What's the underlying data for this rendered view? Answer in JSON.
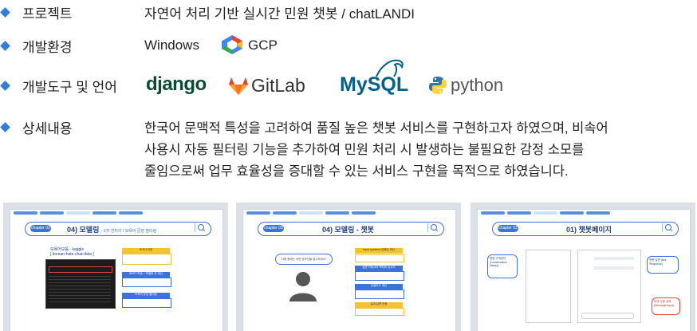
{
  "rows": [
    {
      "label": "프로젝트",
      "value": "자연어 처리 기반 실시간 민원 챗봇 / chatLANDI"
    },
    {
      "label": "개발환경",
      "value": "Windows",
      "extra": "GCP"
    },
    {
      "label": "개발도구 및 언어"
    },
    {
      "label": "상세내용"
    }
  ],
  "tools": {
    "django": "django",
    "gitlab": "GitLab",
    "mysql": "MySQL",
    "python": "python"
  },
  "details": [
    "한국어 문맥적 특성을 고려하여 품질 높은 챗봇 서비스를 구현하고자 하였으며, 비속어",
    "사용시 자동 필터링 기능을 추가하여 민원 처리 시 발생하는 불필요한 감정 소모를",
    "줄임으로써 업무 효율성을 증대할 수 있는 서비스 구현을 목적으로 하였습니다."
  ],
  "slides": [
    {
      "chip": "chapter 03",
      "title": "04) 모델링",
      "subtitle": "- 2차 전처리 / 모욕어 문장 필터링",
      "dataset_label": "모욕어모음 - kaggle",
      "dataset_sub": "[ korean-hate-chat-data ]",
      "steps": [
        "토크나이징",
        "BERT 학습 + 모델링 셋 계산",
        "모욕어 문장 필터링"
      ]
    },
    {
      "chip": "chapter 03",
      "title": "04) 모델링",
      "subtitle": "- 챗봇",
      "speech": "\"다음 봄에는 어떤 공모전을 접수하세요.\"",
      "steps": [
        "Input question 임베딩 계산",
        "질문 카테고리 벡터와 유사도",
        "유클리드 계산",
        "결과 답변 반환"
      ]
    },
    {
      "chip": "chapter 03",
      "title": "01) 챗봇페이지",
      "subtitle": "",
      "notes": [
        "챗봇 고객센터 (Conversation history)",
        "챗봇 답변 (Bot Response)",
        "문의 사항 입력 (Message Input)"
      ]
    }
  ],
  "colors": {
    "bullet": "#2f7ee0",
    "accent": "#3d72d8",
    "gitlab": "#e2432a",
    "mysql": "#00618a",
    "django": "#0c4b33",
    "gcp_blue": "#4285f4"
  }
}
